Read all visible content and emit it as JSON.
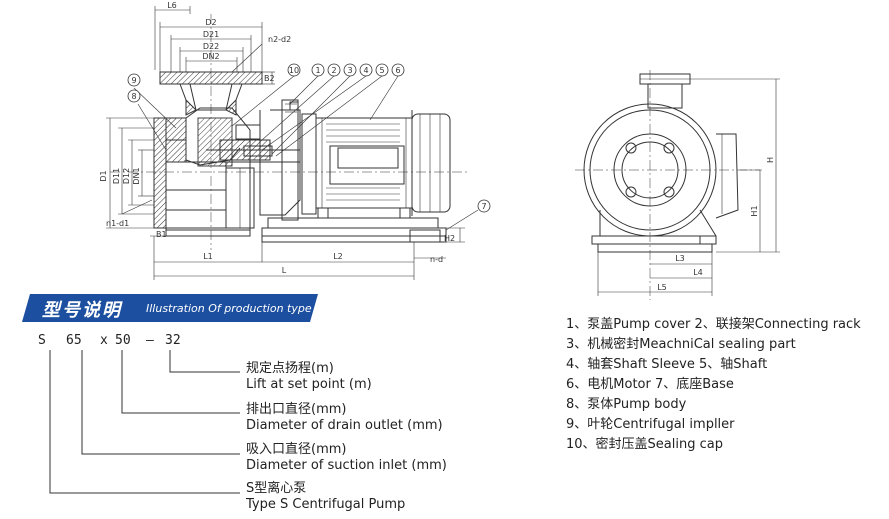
{
  "front_view": {
    "dims": {
      "L6": "L6",
      "D2": "D2",
      "D21": "D21",
      "D22": "D22",
      "DN2": "DN2",
      "n2d2": "n2-d2",
      "B2": "B2",
      "D1": "D1",
      "D11": "D11",
      "D12": "D12",
      "DN1": "DN1",
      "n1d1": "n1-d1",
      "B1": "B1",
      "L1": "L1",
      "L2": "L2",
      "L": "L",
      "H2": "H2",
      "nd": "n-d"
    },
    "callouts": [
      "1",
      "2",
      "3",
      "4",
      "5",
      "6",
      "7",
      "8",
      "9",
      "10"
    ]
  },
  "side_view": {
    "dims": {
      "H": "H",
      "H1": "H1",
      "L3": "L3",
      "L4": "L4",
      "L5": "L5"
    }
  },
  "model_section": {
    "title_cn": "型号说明",
    "title_en": "Illustration Of production type",
    "code": [
      "S",
      "65",
      "x",
      "50",
      "–",
      "32"
    ],
    "labels": [
      "规定点扬程(m)",
      "Lift at set point (m)",
      "排出口直径(mm)",
      "Diameter of drain outlet (mm)",
      "吸入口直径(mm)",
      "Diameter of suction inlet (mm)",
      "S型离心泵",
      "Type S Centrifugal Pump"
    ]
  },
  "parts_legend": [
    "1、泵盖Pump cover  2、联接架Connecting rack",
    "3、机械密封MeachniCal sealing part",
    "4、轴套Shaft Sleeve  5、轴Shaft",
    "6、电机Motor  7、底座Base",
    "8、泵体Pump body",
    "9、叶轮Centrifugal impller",
    "10、密封压盖Sealing cap"
  ],
  "colors": {
    "banner": "#1c4fa0",
    "line": "#333333"
  }
}
